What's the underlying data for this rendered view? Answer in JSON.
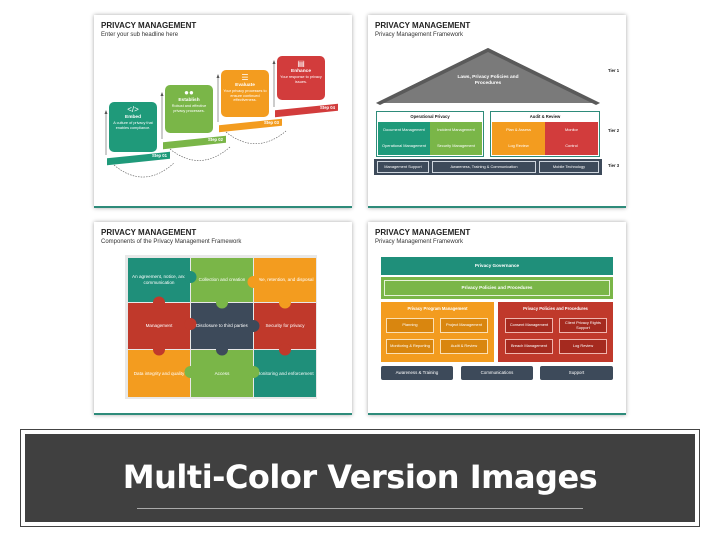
{
  "slides": [
    {
      "title": "PRIVACY MANAGEMENT",
      "subtitle": "Enter your sub headline here",
      "steps": [
        {
          "name": "Embed",
          "desc": "A culture of privacy that enables compliance.",
          "step": "Step 01",
          "color": "#1f9a7a",
          "icon": "code-icon"
        },
        {
          "name": "Establish",
          "desc": "Robust and effective privacy processes.",
          "step": "Step 02",
          "color": "#7ab648",
          "icon": "people-icon"
        },
        {
          "name": "Evaluate",
          "desc": "Your privacy processes to ensure continued effectiveness.",
          "step": "Step 03",
          "color": "#f39c1f",
          "icon": "checklist-icon"
        },
        {
          "name": "Enhance",
          "desc": "Your response to privacy issues.",
          "step": "Step 04",
          "color": "#d23c3c",
          "icon": "document-icon"
        }
      ]
    },
    {
      "title": "PRIVACY MANAGEMENT",
      "subtitle": "Privacy Management Framework",
      "roof": "Laws, Privacy Policies and Procedures",
      "tier1": "Tier 1",
      "tier2": "Tier 2",
      "tier3": "Tier 3",
      "left_header": "Operational Privacy",
      "right_header": "Audit & Review",
      "left_cells": [
        "Document Management",
        "Incident Management",
        "Operational Management",
        "Security Management"
      ],
      "right_cells": [
        "Plan & Assess",
        "Monitor",
        "Log Review",
        "Control"
      ],
      "base": [
        "Management Support",
        "Awareness, Training & Communication",
        "Mobile Technology"
      ]
    },
    {
      "title": "PRIVACY MANAGEMENT",
      "subtitle": "Components of the Privacy Management Framework",
      "pieces": [
        {
          "label": "An agreement, notice, and communication",
          "color": "#1f8f7a"
        },
        {
          "label": "Collection and creation",
          "color": "#7ab648"
        },
        {
          "label": "Use, retention, and disposal",
          "color": "#f39c1f"
        },
        {
          "label": "Management",
          "color": "#c0392b"
        },
        {
          "label": "Disclosure to third parties",
          "color": "#3d4a5a"
        },
        {
          "label": "Security for privacy",
          "color": "#c0392b"
        },
        {
          "label": "Data integrity and quality",
          "color": "#f39c1f"
        },
        {
          "label": "Access",
          "color": "#7ab648"
        },
        {
          "label": "Monitoring and enforcement",
          "color": "#1f8f7a"
        }
      ]
    },
    {
      "title": "PRIVACY MANAGEMENT",
      "subtitle": "Privacy Management Framework",
      "governance": "Privacy Governance",
      "policies": "Privacy Policies and Procedures",
      "left_header": "Privacy Program Management",
      "right_header": "Privacy Policies and Procedures",
      "left_cells": [
        "Planning",
        "Project Management",
        "Monitoring & Reporting",
        "Audit & Review"
      ],
      "right_cells": [
        "Consent Management",
        "Client Privacy Rights Support",
        "Breach Management",
        "Log Review"
      ],
      "base": [
        "Awareness & Training",
        "Communications",
        "Support"
      ]
    }
  ],
  "banner": {
    "title": "Multi-Color Version Images"
  }
}
